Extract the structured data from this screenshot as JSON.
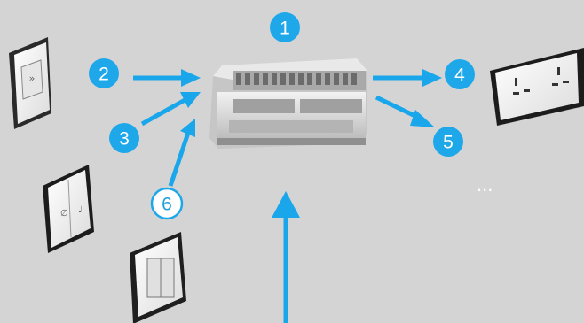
{
  "badges": {
    "b1": "1",
    "b2": "2",
    "b3": "3",
    "b4": "4",
    "b5": "5",
    "b6": "6"
  },
  "ellipsis": "...",
  "colors": {
    "background": "#d4d4d4",
    "accent": "#1ea8ea",
    "arrow": "#1aa6ea"
  },
  "icons": {
    "controller": "din-rail-controller-icon",
    "keycard": "keycard-switch-icon",
    "switch_double": "double-switch-icon",
    "switch_room": "room-switch-icon",
    "socket": "double-socket-icon"
  }
}
